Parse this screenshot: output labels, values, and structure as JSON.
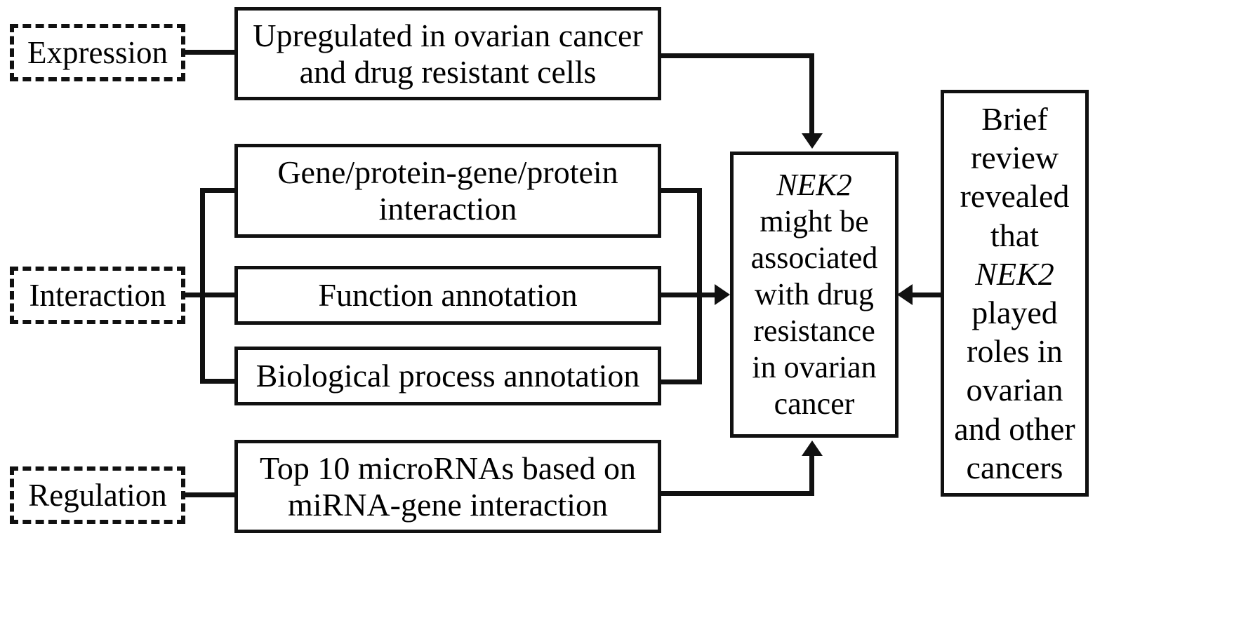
{
  "diagram": {
    "title": "NEK2 drug resistance ovarian cancer flowchart",
    "accent_color": "#111111",
    "background_color": "#ffffff",
    "categories": [
      {
        "id": "expression",
        "label": "Expression"
      },
      {
        "id": "interaction",
        "label": "Interaction"
      },
      {
        "id": "regulation",
        "label": "Regulation"
      }
    ],
    "nodes": [
      {
        "id": "expression-detail",
        "category": "expression",
        "text": "Upregulated in ovarian cancer\nand drug resistant cells"
      },
      {
        "id": "interaction-detail-1",
        "category": "interaction",
        "text": "Gene/protein-gene/protein\ninteraction"
      },
      {
        "id": "interaction-detail-2",
        "category": "interaction",
        "text": "Function annotation"
      },
      {
        "id": "interaction-detail-3",
        "category": "interaction",
        "text": "Biological process annotation"
      },
      {
        "id": "regulation-detail",
        "category": "regulation",
        "text": "Top 10 microRNAs based on\nmiRNA-gene interaction"
      }
    ],
    "conclusion": {
      "id": "nek2-conclusion",
      "gene": "NEK2",
      "rest": "\nmight be\nassociated\nwith drug\nresistance\nin ovarian\ncancer"
    },
    "evidence": {
      "id": "brief-review",
      "before": "Brief\nreview\nrevealed\nthat\n",
      "gene": "NEK2",
      "after": "\nplayed\nroles in\novarian\nand other\ncancers"
    },
    "arrows": [
      {
        "id": "expression-to-conclusion",
        "direction": "down"
      },
      {
        "id": "interaction-to-conclusion",
        "direction": "right"
      },
      {
        "id": "regulation-to-conclusion",
        "direction": "up"
      },
      {
        "id": "evidence-to-conclusion",
        "direction": "left"
      }
    ]
  }
}
